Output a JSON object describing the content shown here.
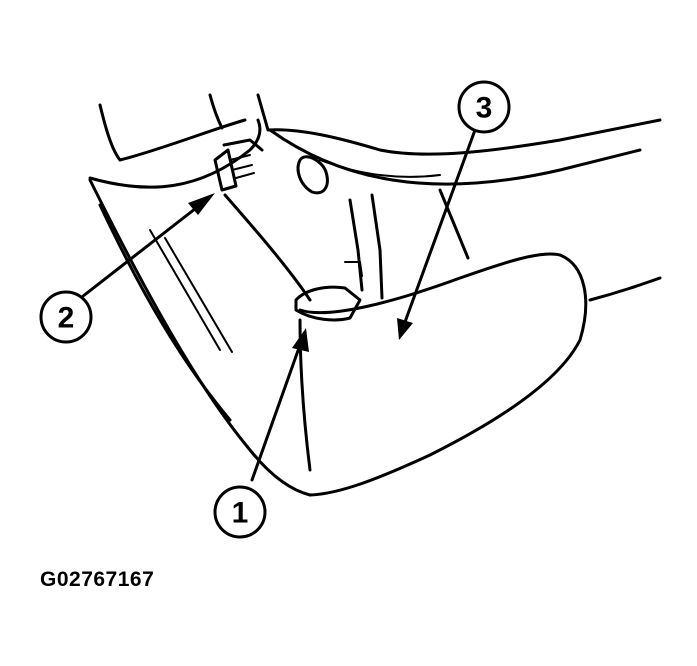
{
  "callouts": [
    {
      "label": "1"
    },
    {
      "label": "2"
    },
    {
      "label": "3"
    }
  ],
  "figure_id": "G02767167"
}
